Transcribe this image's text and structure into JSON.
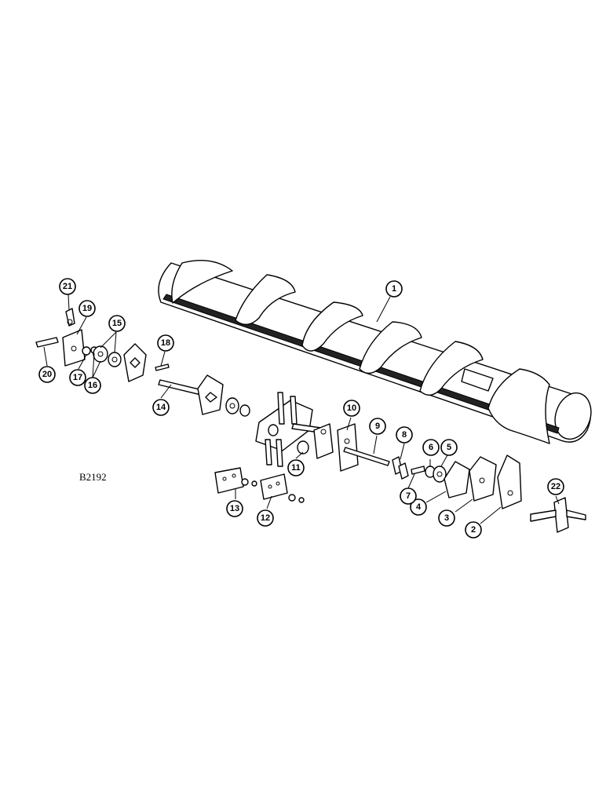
{
  "drawing_id": "B2192",
  "callouts": [
    "1",
    "2",
    "3",
    "4",
    "5",
    "6",
    "7",
    "8",
    "9",
    "10",
    "11",
    "12",
    "13",
    "14",
    "15",
    "16",
    "17",
    "18",
    "19",
    "20",
    "21",
    "22"
  ]
}
